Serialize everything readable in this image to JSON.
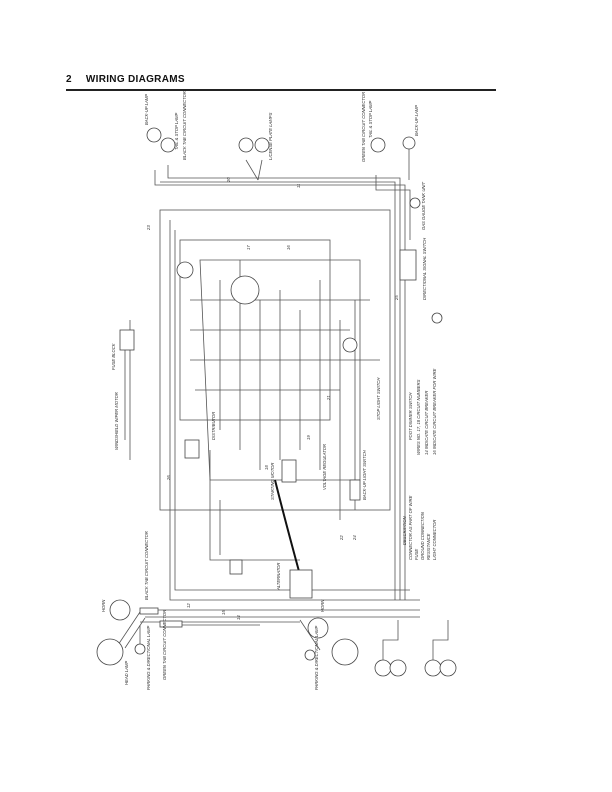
{
  "header": {
    "page_number": "2",
    "title": "WIRING DIAGRAMS"
  },
  "labels": {
    "back_up_lamp_left": "BACK-UP LAMP",
    "tail_stop_lamp_left": "TAIL & STOP LAMP",
    "black_tab_connector_rear": "BLACK TAB CIRCUIT CONNECTOR",
    "license_plate_lamps": "LICENSE PLATE LAMPS",
    "green_tab_connector_rear": "GREEN TAB CIRCUIT CONNECTOR",
    "tail_stop_lamp_right": "TAIL & STOP LAMP",
    "back_up_lamp_right": "BACK-UP LAMP",
    "horn": "HORN",
    "head_lamp_left": "HEAD LAMP",
    "parking_lamp_left": "PARKING & DIRECTIONAL LAMP",
    "black_tab_connector_front": "BLACK TAB CIRCUIT CONNECTOR",
    "green_tab_connector_front": "GREEN TAB CIRCUIT CONNECTOR",
    "alternator": "ALTERNATOR",
    "parking_lamp_right": "PARKING & DIRECTIONAL LAMP",
    "horn_right": "HORN",
    "distributor": "DISTRIBUTOR",
    "starting_motor": "STARTING MOTOR",
    "voltage_regulator": "VOLTAGE REGULATOR",
    "back_up_light_switch": "BACK-UP LIGHT SWITCH",
    "stop_light_switch": "STOP LIGHT SWITCH",
    "foot_dimmer_switch": "FOOT DIMMER SWITCH",
    "fuse_block": "FUSE BLOCK",
    "turn_signal_switch": "DIRECTIONAL SIGNAL SWITCH",
    "windshield_wiper_motor": "WINDSHIELD WIPER MOTOR",
    "gas_gauge": "GAS GAUGE TANK UNIT",
    "notes_1": "WIRES NO. 17, 18 CIRCUIT NUMBERS",
    "notes_2": "14 INDICATE CIRCUIT BREAKER",
    "notes_3": "16 INDICATE CIRCUIT BREAKER FOR WIRE"
  },
  "legend": {
    "title": "DESCRIPTION",
    "items": [
      "CONNECTOR AS PART OF WIRE",
      "FUSE",
      "GROUND CONNECTION",
      "RESISTANCE",
      "LIGHT CONNECTOR"
    ]
  },
  "wire_numbers": [
    "20",
    "11",
    "12",
    "15",
    "14",
    "18",
    "19",
    "21",
    "22",
    "24",
    "25",
    "26",
    "23",
    "17",
    "16"
  ]
}
